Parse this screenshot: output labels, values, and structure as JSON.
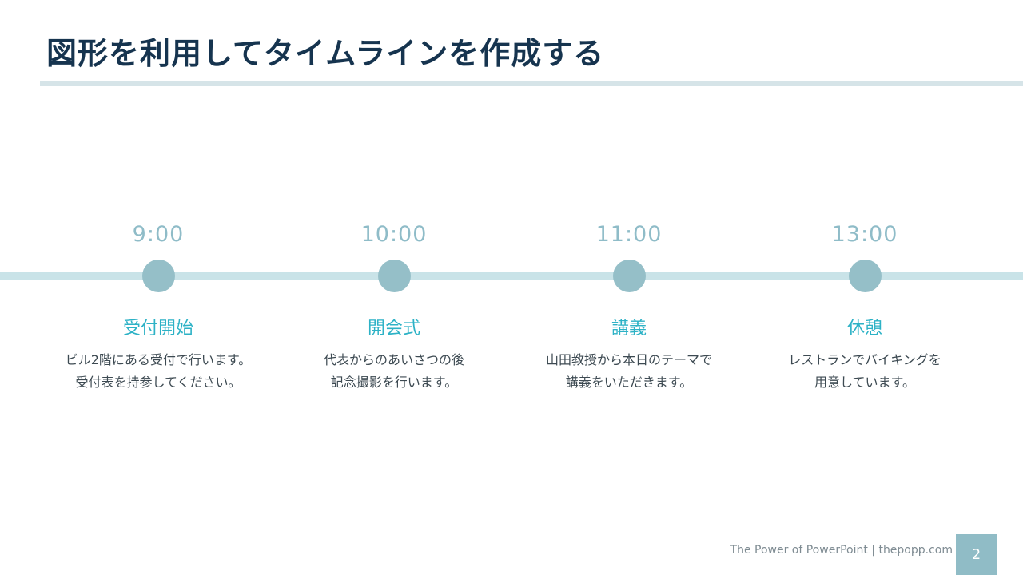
{
  "slide": {
    "title": "図形を利用してタイムラインを作成する",
    "colors": {
      "title": "#16344f",
      "title_bar": "#d6e4e8",
      "timeline_line": "#c9e3e8",
      "dot": "#95bfc8",
      "time_text": "#8fbcc8",
      "event_name": "#2db2c6",
      "page_badge": "#90bcc6"
    }
  },
  "timeline": {
    "events": [
      {
        "time": "9:00",
        "name": "受付開始",
        "desc_line1": "ビル2階にある受付で行います。",
        "desc_line2": "受付表を持参してください。"
      },
      {
        "time": "10:00",
        "name": "開会式",
        "desc_line1": "代表からのあいさつの後",
        "desc_line2": "記念撮影を行います。"
      },
      {
        "time": "11:00",
        "name": "講義",
        "desc_line1": "山田教授から本日のテーマで",
        "desc_line2": "講義をいただきます。"
      },
      {
        "time": "13:00",
        "name": "休憩",
        "desc_line1": "レストランでバイキングを",
        "desc_line2": "用意しています。"
      }
    ]
  },
  "footer": {
    "credit": "The Power of PowerPoint | thepopp.com",
    "page_number": "2"
  }
}
